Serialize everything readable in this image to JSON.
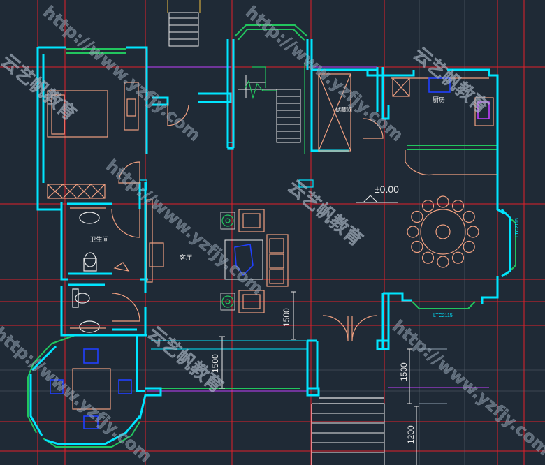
{
  "colors": {
    "background": "#1f2a36",
    "wall": "#00e5ff",
    "window": "#22c55e",
    "axis": "#e0202a",
    "furniture": "#f0a080",
    "white": "#e8e8e8",
    "blue": "#2040ff",
    "magenta": "#c040ff",
    "watermark": "#8fa0b0"
  },
  "rooms": {
    "bathroom": "卫生间",
    "kitchen": "厨房",
    "storage": "储藏间",
    "living": "客厅"
  },
  "level_mark": "±0.00",
  "window_codes": {
    "right": "LTC2115",
    "bottom_right": "LTC2115"
  },
  "dimensions": {
    "d1": "1500",
    "d2": "1500",
    "d3": "1500",
    "d4": "1200"
  },
  "watermark": {
    "url": "http://www.yzfjy.com",
    "brand": "云艺帆教育"
  }
}
